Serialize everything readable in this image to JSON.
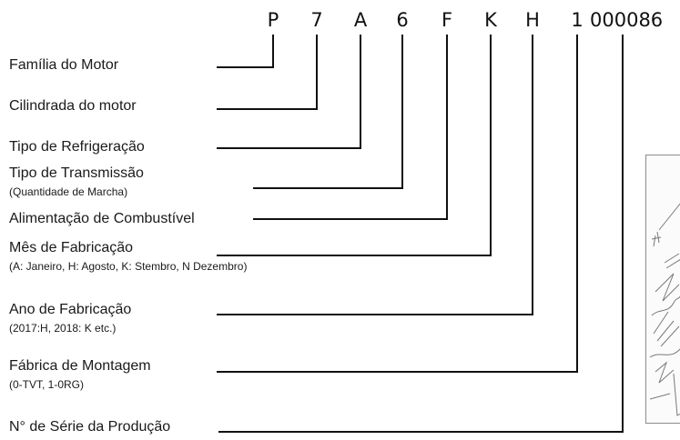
{
  "code": {
    "chars": [
      "P",
      "7",
      "A",
      "6",
      "F",
      "K",
      "H",
      "1"
    ],
    "serial": "000086"
  },
  "fields": [
    {
      "label": "Família do Motor",
      "sub": ""
    },
    {
      "label": "Cilindrada do motor",
      "sub": ""
    },
    {
      "label": "Tipo de Refrigeração",
      "sub": ""
    },
    {
      "label": "Tipo de Transmissão",
      "sub": "(Quantidade de Marcha)"
    },
    {
      "label": "Alimentação de Combustível",
      "sub": ""
    },
    {
      "label": "Mês de Fabricação",
      "sub": "(A: Janeiro, H: Agosto, K: Stembro, N Dezembro)"
    },
    {
      "label": "Ano de Fabricação",
      "sub": "(2017:H, 2018: K etc.)"
    },
    {
      "label": "Fábrica de Montagem",
      "sub": "(0-TVT, 1-0RG)"
    },
    {
      "label": "N° de Série da Produção",
      "sub": ""
    }
  ],
  "colors": {
    "line": "#111111",
    "text": "#1a1a1a",
    "photo_border": "#8c8c8c",
    "photo_sketch": "#7a7a7a"
  }
}
